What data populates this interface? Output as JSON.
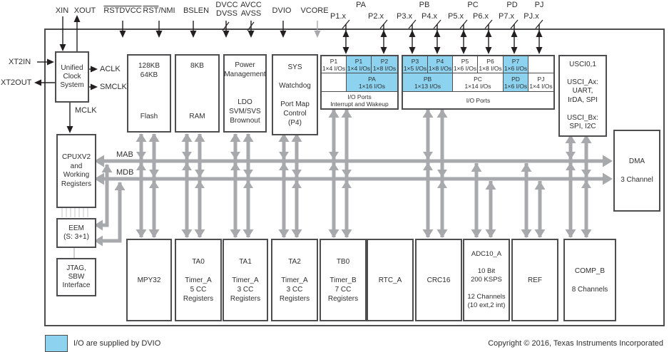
{
  "pins": {
    "xin": "XIN",
    "xout": "XOUT",
    "rstdvcc": "RSTDVCC",
    "rst_nmi_bar": "RST",
    "rst_nmi_rest": "/NMI",
    "bslen": "BSLEN",
    "dvcc_dvss": "DVCC\nDVSS",
    "avcc_avss": "AVCC\nAVSS",
    "dvio": "DVIO",
    "vcore": "VCORE",
    "xt2in": "XT2IN",
    "xt2out": "XT2OUT",
    "port_groups": [
      "PA",
      "PB",
      "PC",
      "PD",
      "PJ"
    ],
    "port_pins": [
      "P1.x",
      "P2.x",
      "P3.x",
      "P4.x",
      "P5.x",
      "P6.x",
      "P7.x",
      "PJ.x"
    ]
  },
  "clock": {
    "ucs": "Unified\nClock\nSystem",
    "aclk": "ACLK",
    "smclk": "SMCLK",
    "mclk": "MCLK"
  },
  "buses": {
    "mab": "MAB",
    "mdb": "MDB"
  },
  "blocks": {
    "flash": {
      "top": "128KB\n64KB",
      "bottom": "Flash"
    },
    "ram": {
      "top": "8KB",
      "bottom": "RAM"
    },
    "power": {
      "top": "Power\nManagement",
      "bottom": "LDO\nSVM/SVS\nBrownout"
    },
    "sys": {
      "text": "SYS\n\nWatchdog\n\nPort Map\nControl\n(P4)"
    },
    "usci": {
      "text": "USCI0,1\n\nUSCI_Ax:\nUART,\nIrDA, SPI\n\nUSCI_Bx:\nSPI, I2C"
    },
    "dma": {
      "text": "DMA\n\n3 Channel"
    },
    "cpu": {
      "text": "CPUXV2\nand\nWorking\nRegisters"
    },
    "eem": {
      "text": "EEM\n(S: 3+1)"
    },
    "jtag": {
      "text": "JTAG,\nSBW\nInterface"
    },
    "mpy32": {
      "text": "MPY32"
    },
    "ta0": {
      "text": "TA0\n\nTimer_A\n5 CC\nRegisters"
    },
    "ta1": {
      "text": "TA1\n\nTimer_A\n3 CC\nRegisters"
    },
    "ta2": {
      "text": "TA2\n\nTimer_A\n3 CC\nRegisters"
    },
    "tb0": {
      "text": "TB0\n\nTimer_B\n7 CC\nRegisters"
    },
    "rtc": {
      "text": "RTC_A"
    },
    "crc": {
      "text": "CRC16"
    },
    "adc": {
      "text": "ADC10_A\n\n10 Bit\n200 KSPS\n\n12 Channels\n(10 ext,2 int)"
    },
    "ref": {
      "text": "REF"
    },
    "comp": {
      "text": "COMP_B\n\n8 Channels"
    }
  },
  "io1": {
    "row1": [
      {
        "label": "P1\n1×4 I/Os",
        "blue": false
      },
      {
        "label": "P1\n1×4 I/Os",
        "blue": true
      },
      {
        "label": "P2\n1×8 I/Os",
        "blue": true
      }
    ],
    "row2": [
      {
        "label": "",
        "blue": false
      },
      {
        "label": "PA\n1×16 I/Os",
        "blue": true
      }
    ],
    "row3": "I/O Ports\nInterrupt and Wakeup"
  },
  "io2": {
    "row1": [
      {
        "label": "P3\n1×5 I/Os",
        "blue": true
      },
      {
        "label": "P4\n1×8 I/Os",
        "blue": true
      },
      {
        "label": "P5\n1×6 I/Os",
        "blue": false
      },
      {
        "label": "P6\n1×8 I/Os",
        "blue": false
      },
      {
        "label": "P7\n1×6 I/Os",
        "blue": true
      },
      {
        "label": "",
        "blue": false
      }
    ],
    "row2": [
      {
        "label": "PB\n1×13 I/Os",
        "blue": true
      },
      {
        "label": "PC\n1×14 I/Os",
        "blue": false
      },
      {
        "label": "PD\n1×6 I/Os",
        "blue": true
      },
      {
        "label": "PJ\n1×4 I/Os",
        "blue": false
      }
    ],
    "row3": "I/O Ports"
  },
  "legend": {
    "text": "I/O are supplied by DVIO"
  },
  "copyright": "Copyright © 2016, Texas Instruments Incorporated",
  "colors": {
    "dvio_blue": "#8dd3f0",
    "bus_gray": "#a7a9ac",
    "line_black": "#231f20"
  }
}
